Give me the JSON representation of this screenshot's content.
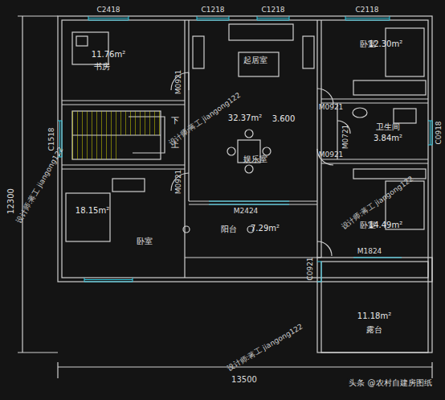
{
  "diagram": {
    "nodes": [
      {
        "text": [
          "11.76m²",
          "书房"
        ]
      },
      {
        "text": [
          "下",
          "上"
        ]
      },
      {
        "text": [
          "起居室",
          "32.37m²",
          "3.600",
          "娱乐室"
        ]
      },
      {
        "text": [
          "卧室",
          "12.30m²"
        ]
      },
      {
        "text": [
          "卫生间",
          "3.84m²"
        ]
      },
      {
        "text": [
          "卧室",
          "14.49m²"
        ]
      },
      {
        "text": [
          "18.15m²",
          "卧室"
        ]
      },
      {
        "text": [
          "阳台",
          "7.29m²"
        ]
      },
      {
        "text": [
          "11.18m²",
          "露台"
        ]
      }
    ],
    "labels": [
      "C2418",
      "C1218",
      "C1218",
      "C2118",
      "M0921",
      "C1518",
      "M0921",
      "M0921",
      "M0921",
      "M0721",
      "C0918",
      "M2424",
      "C0921",
      "M1824",
      "12300",
      "13500",
      "设计师:蒋工 jiangong122",
      "设计师:蒋工 jiangong122",
      "设计师:蒋工 jiangong122",
      "设计师:蒋工 jiangong122",
      "头条 @农村自建房图纸"
    ]
  }
}
